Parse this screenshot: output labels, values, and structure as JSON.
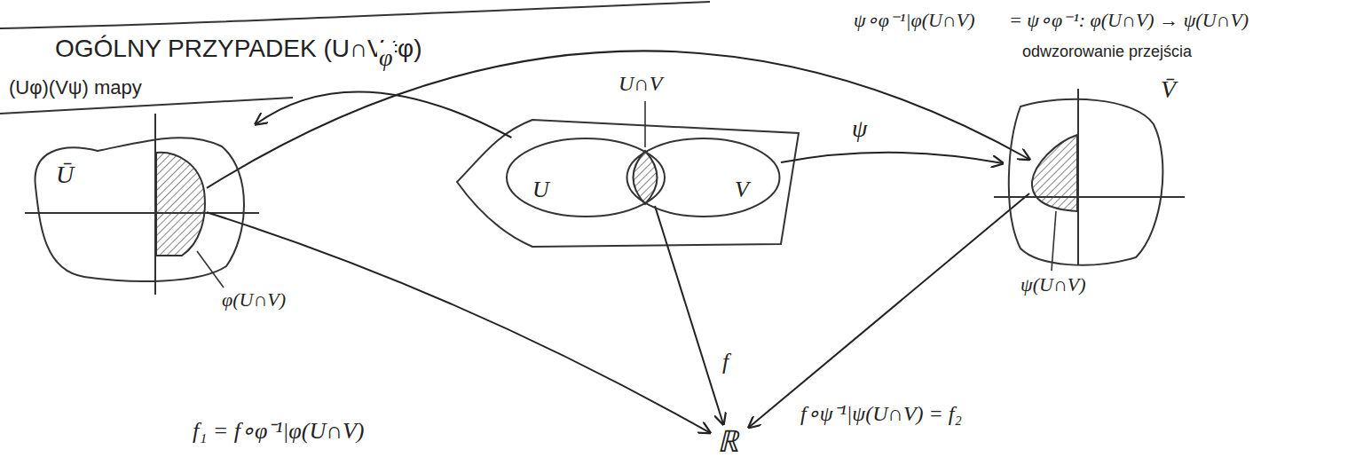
{
  "diagram": {
    "title": "OGÓLNY PRZYPADEK (U∩V≠φ)",
    "nodes": [
      {
        "text": [
          "Ū"
        ]
      },
      {
        "text": [
          "φ(U∩V)"
        ],
        "in": 0
      },
      {
        "text": [
          "U"
        ]
      },
      {
        "text": [
          "V"
        ]
      },
      {
        "text": [
          "U∩V"
        ]
      },
      {
        "text": [
          "V̄"
        ]
      },
      {
        "text": [
          "ψ(U∩V)"
        ],
        "in": 5
      },
      {
        "text": [
          "ℝ"
        ]
      }
    ],
    "edges": [
      {
        "from": 2,
        "to": 0,
        "arrow": "to",
        "label": "φ"
      },
      {
        "from": 3,
        "to": 5,
        "arrow": "to",
        "label": "ψ"
      },
      {
        "from": 4,
        "to": 7,
        "arrow": "to",
        "label": "f"
      },
      {
        "from": 1,
        "to": 7,
        "arrow": "to",
        "label": "f₁ = f∘φ⁻¹|φ(U∩V)"
      },
      {
        "from": 6,
        "to": 7,
        "arrow": "to",
        "label": "f∘ψ⁻¹|ψ(U∩V) = f₂"
      },
      {
        "from": 1,
        "to": 6,
        "arrow": "to",
        "label": "ψ∘φ⁻¹|φ(U∩V)"
      }
    ],
    "labels": [
      "(Uφ)(Vψ) mapy",
      "= ψ∘φ⁻¹: φ(U∩V) → ψ(U∩V)",
      "odwzorowanie przejścia"
    ]
  }
}
